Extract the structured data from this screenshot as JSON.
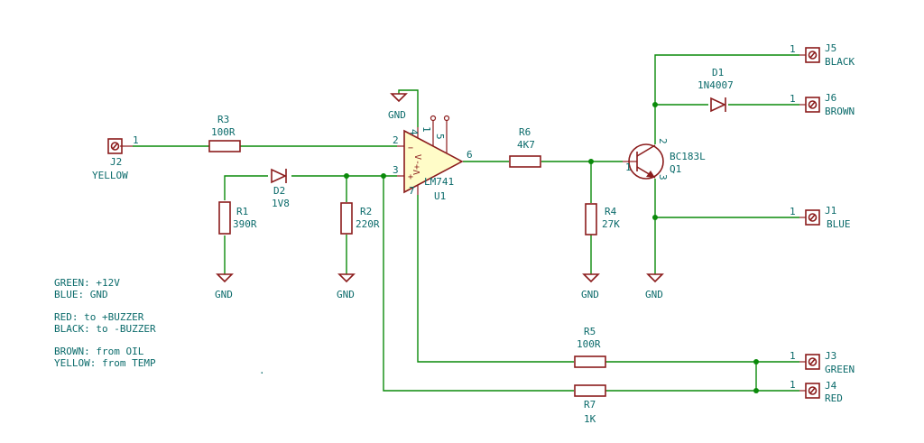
{
  "components": {
    "r3": {
      "ref": "R3",
      "value": "100R"
    },
    "r1": {
      "ref": "R1",
      "value": "390R"
    },
    "r2": {
      "ref": "R2",
      "value": "220R"
    },
    "r6": {
      "ref": "R6",
      "value": "4K7"
    },
    "r4": {
      "ref": "R4",
      "value": "27K"
    },
    "r5": {
      "ref": "R5",
      "value": "100R"
    },
    "r7": {
      "ref": "R7",
      "value": "1K"
    },
    "d1": {
      "ref": "D1",
      "value": "1N4007"
    },
    "d2": {
      "ref": "D2",
      "value": "1V8"
    },
    "q1": {
      "ref": "Q1",
      "value": "BC183L"
    },
    "u1": {
      "ref": "U1",
      "value": "LM741"
    }
  },
  "connectors": {
    "j1": {
      "ref": "J1",
      "label": "BLUE",
      "pin": "1"
    },
    "j2": {
      "ref": "J2",
      "label": "YELLOW",
      "pin": "1"
    },
    "j3": {
      "ref": "J3",
      "label": "GREEN",
      "pin": "1"
    },
    "j4": {
      "ref": "J4",
      "label": "RED",
      "pin": "1"
    },
    "j5": {
      "ref": "J5",
      "label": "BLACK",
      "pin": "1"
    },
    "j6": {
      "ref": "J6",
      "label": "BROWN",
      "pin": "1"
    }
  },
  "gnd_label": "GND",
  "opamp_pins": {
    "inv": "2",
    "noninv": "3",
    "out": "6",
    "vplus": "4",
    "vminus": "7",
    "p1": "1",
    "p5": "5",
    "ic_inv_sign": "V-",
    "ic_pos_sign": "V+"
  },
  "transistor_pins": {
    "base": "1",
    "collector": "2",
    "emitter": "3"
  },
  "notes": [
    "GREEN: +12V",
    "BLUE: GND",
    "RED: to +BUZZER",
    "BLACK: to -BUZZER",
    "BROWN: from OIL",
    "YELLOW: from TEMP"
  ],
  "stray_mark": "."
}
